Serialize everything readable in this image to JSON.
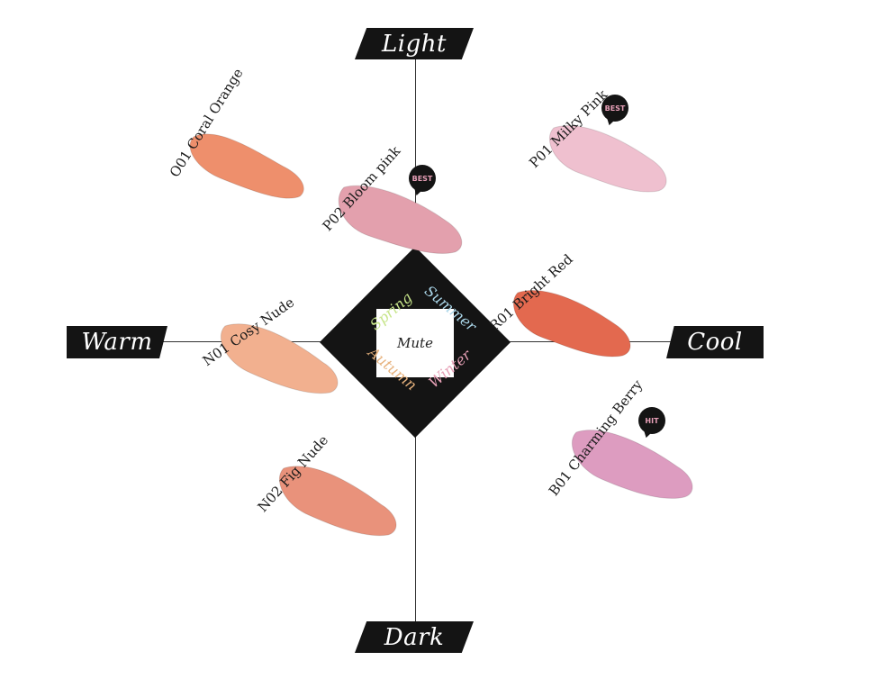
{
  "axes": {
    "top": "Light",
    "bottom": "Dark",
    "left": "Warm",
    "right": "Cool"
  },
  "center": {
    "label": "Mute",
    "seasons": {
      "spring": {
        "label": "Spring",
        "color": "#c7e58a"
      },
      "summer": {
        "label": "Summer",
        "color": "#a9d5e8"
      },
      "autumn": {
        "label": "Autumn",
        "color": "#e7b27d"
      },
      "winter": {
        "label": "Winter",
        "color": "#e6a0b6"
      }
    }
  },
  "shades": [
    {
      "code": "O01",
      "name": "Coral Orange",
      "label": "O01 Coral Orange",
      "color": "#ee8f6c"
    },
    {
      "code": "P02",
      "name": "Bloom pink",
      "label": "P02 Bloom pink",
      "color": "#e3a0ad",
      "badge": "BEST"
    },
    {
      "code": "P01",
      "name": "Milky Pink",
      "label": "P01 Milky Pink",
      "color": "#efc0cf",
      "badge": "BEST"
    },
    {
      "code": "N01",
      "name": "Cosy Nude",
      "label": "N01 Cosy Nude",
      "color": "#f2b08f"
    },
    {
      "code": "R01",
      "name": "Bright Red",
      "label": "R01 Bright Red",
      "color": "#e3694f"
    },
    {
      "code": "B01",
      "name": "Charming Berry",
      "label": "B01 Charming Berry",
      "color": "#dd9cc0",
      "badge": "HIT"
    },
    {
      "code": "N02",
      "name": "Fig Nude",
      "label": "N02 Fig Nude",
      "color": "#e9927b"
    }
  ]
}
